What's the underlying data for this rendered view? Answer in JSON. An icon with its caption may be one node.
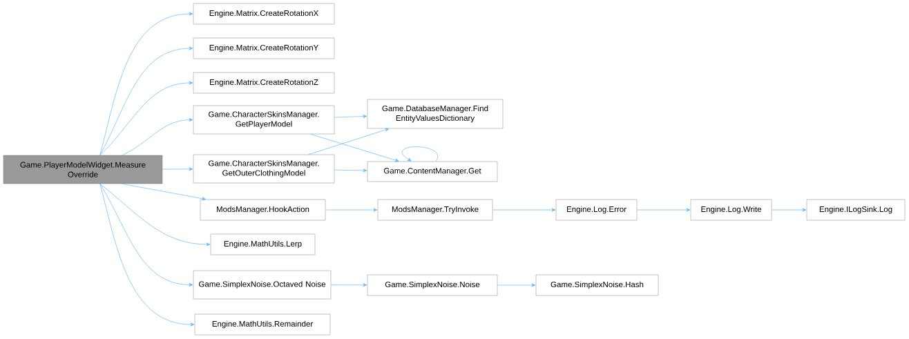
{
  "diagram": {
    "nodes": [
      {
        "text": [
          "Game.PlayerModelWidget.Measure Override"
        ]
      },
      {
        "text": [
          "Engine.Matrix.CreateRotationX"
        ]
      },
      {
        "text": [
          "Engine.Matrix.CreateRotationY"
        ]
      },
      {
        "text": [
          "Engine.Matrix.CreateRotationZ"
        ]
      },
      {
        "text": [
          "Game.CharacterSkinsManager. GetPlayerModel"
        ]
      },
      {
        "text": [
          "Game.CharacterSkinsManager. GetOuterClothingModel"
        ]
      },
      {
        "text": [
          "Game.DatabaseManager.Find EntityValuesDictionary"
        ]
      },
      {
        "text": [
          "Game.ContentManager.Get"
        ]
      },
      {
        "text": [
          "ModsManager.HookAction"
        ]
      },
      {
        "text": [
          "ModsManager.TryInvoke"
        ]
      },
      {
        "text": [
          "Engine.Log.Error"
        ]
      },
      {
        "text": [
          "Engine.Log.Write"
        ]
      },
      {
        "text": [
          "Engine.ILogSink.Log"
        ]
      },
      {
        "text": [
          "Engine.MathUtils.Lerp"
        ]
      },
      {
        "text": [
          "Game.SimplexNoise.Octaved Noise"
        ]
      },
      {
        "text": [
          "Game.SimplexNoise.Noise"
        ]
      },
      {
        "text": [
          "Game.SimplexNoise.Hash"
        ]
      },
      {
        "text": [
          "Engine.MathUtils.Remainder"
        ]
      }
    ],
    "edges": [
      {
        "from": 0,
        "to": 1,
        "arrow": "to"
      },
      {
        "from": 0,
        "to": 2,
        "arrow": "to"
      },
      {
        "from": 0,
        "to": 3,
        "arrow": "to"
      },
      {
        "from": 0,
        "to": 4,
        "arrow": "to"
      },
      {
        "from": 0,
        "to": 5,
        "arrow": "to"
      },
      {
        "from": 0,
        "to": 8,
        "arrow": "to"
      },
      {
        "from": 0,
        "to": 13,
        "arrow": "to"
      },
      {
        "from": 0,
        "to": 14,
        "arrow": "to"
      },
      {
        "from": 0,
        "to": 17,
        "arrow": "to"
      },
      {
        "from": 4,
        "to": 6,
        "arrow": "to"
      },
      {
        "from": 4,
        "to": 7,
        "arrow": "to"
      },
      {
        "from": 5,
        "to": 6,
        "arrow": "to"
      },
      {
        "from": 5,
        "to": 7,
        "arrow": "to"
      },
      {
        "from": 7,
        "to": 7,
        "arrow": "to"
      },
      {
        "from": 8,
        "to": 9,
        "arrow": "to"
      },
      {
        "from": 9,
        "to": 10,
        "arrow": "to"
      },
      {
        "from": 10,
        "to": 11,
        "arrow": "to"
      },
      {
        "from": 11,
        "to": 12,
        "arrow": "to"
      },
      {
        "from": 14,
        "to": 15,
        "arrow": "to"
      },
      {
        "from": 15,
        "to": 16,
        "arrow": "to"
      }
    ]
  }
}
